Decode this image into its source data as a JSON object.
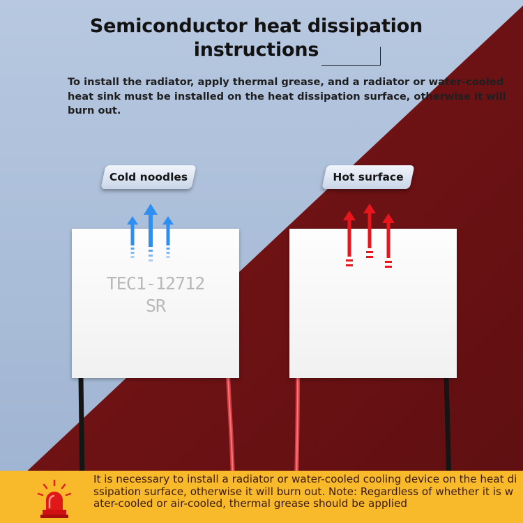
{
  "header": {
    "title_line1": "Semiconductor heat dissipation",
    "title_line2": "instructions",
    "description": "To install the radiator, apply thermal grease, and a radiator or water-cooled heat sink must be installed on the heat dissipation surface, otherwise it will burn out."
  },
  "labels": {
    "cold": "Cold noodles",
    "hot": "Hot surface"
  },
  "module_print": {
    "line1": "TEC1-12712",
    "line2": "SR"
  },
  "warning": {
    "text": "It is necessary to install a radiator or water-cooled cooling device on the heat dissipation surface, otherwise it will burn out. Note: Regardless of whether it is water-cooled or air-cooled, thermal grease should be applied",
    "icon": "siren-icon"
  },
  "colors": {
    "cold_side_bg": "#a8bcd8",
    "hot_side_bg": "#6e1214",
    "banner": "#f8b92a",
    "cold_arrow": "#2f8ff0",
    "hot_arrow": "#e8151c"
  }
}
